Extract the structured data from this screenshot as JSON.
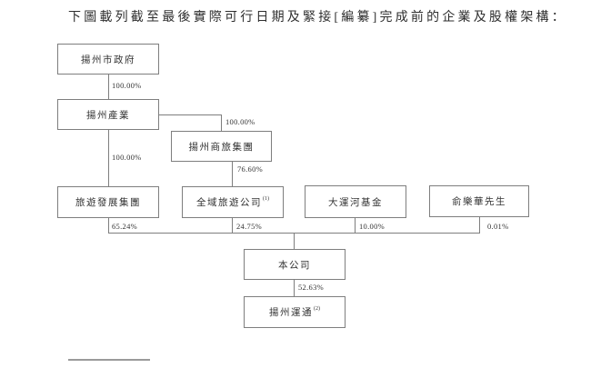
{
  "title": "下圖載列截至最後實際可行日期及緊接[編纂]完成前的企業及股權架構：",
  "colors": {
    "background": "#ffffff",
    "box_border": "#7e7e7e",
    "connector_line": "#7e7e7e",
    "text": "#333333"
  },
  "nodes": [
    {
      "id": "yangzhou-government",
      "label": "揚州市政府",
      "sup": ""
    },
    {
      "id": "yangzhou-industry",
      "label": "揚州產業",
      "sup": ""
    },
    {
      "id": "yangzhou-shanglv-group",
      "label": "揚州商旅集團",
      "sup": ""
    },
    {
      "id": "tourism-development-group",
      "label": "旅遊發展集團",
      "sup": ""
    },
    {
      "id": "quanyu-tourism-company",
      "label": "全域旅遊公司",
      "sup": "(1)"
    },
    {
      "id": "grand-canal-fund",
      "label": "大運河基金",
      "sup": ""
    },
    {
      "id": "mr-yu-lehua",
      "label": "俞樂華先生",
      "sup": ""
    },
    {
      "id": "the-company",
      "label": "本公司",
      "sup": ""
    },
    {
      "id": "yangzhou-yuntong",
      "label": "揚州運通",
      "sup": "(2)"
    }
  ],
  "edges": [
    {
      "from": "揚州市政府",
      "to": "揚州產業",
      "percent": "100.00%"
    },
    {
      "from": "揚州產業",
      "to": "揚州商旅集團",
      "percent": "100.00%"
    },
    {
      "from": "揚州產業",
      "to": "旅遊發展集團",
      "percent": "100.00%"
    },
    {
      "from": "揚州商旅集團",
      "to": "全域旅遊公司",
      "percent": "76.60%"
    },
    {
      "from": "旅遊發展集團",
      "to": "本公司",
      "percent": "65.24%"
    },
    {
      "from": "全域旅遊公司",
      "to": "本公司",
      "percent": "24.75%"
    },
    {
      "from": "大運河基金",
      "to": "本公司",
      "percent": "10.00%"
    },
    {
      "from": "俞樂華先生",
      "to": "本公司",
      "percent": "0.01%"
    },
    {
      "from": "本公司",
      "to": "揚州運通",
      "percent": "52.63%"
    }
  ]
}
